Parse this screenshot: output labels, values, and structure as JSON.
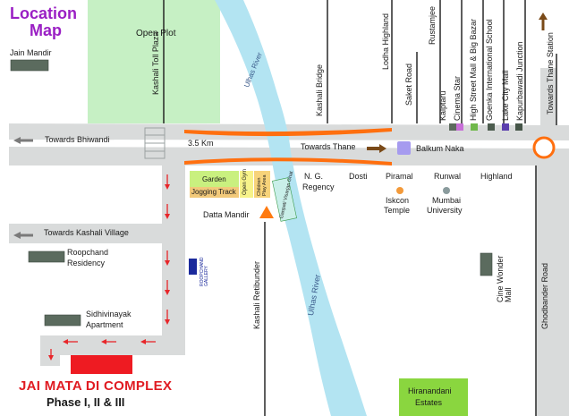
{
  "title": {
    "line1": "Location",
    "line2": "Map"
  },
  "project": {
    "name": "JAI MATA DI COMPLEX",
    "phase": "Phase I, II & III"
  },
  "roads": {
    "towards_bhiwandi": "Towards Bhiwandi",
    "towards_thane": "Towards Thane",
    "towards_kashali_village": "Towards Kashali Village",
    "towards_thane_station": "Towards Thane Station",
    "kashali_toll_plaza": "Kashali Toll Plaza",
    "kashali_bridge": "Kashali Bridge",
    "lodha_highland": "Lodha  Highland",
    "saket_road": "Saket Road",
    "rustamjee": "Rustamjee",
    "kashali_retibunder": "Kashali Retibunder",
    "ghodbander_road": "Ghodbander Road"
  },
  "distance": "3.5 Km",
  "rivers": {
    "upper": "Ulhas River",
    "lower": "Ulhas River"
  },
  "places": {
    "jain_mandir": "Jain Mandir",
    "open_plot": "Open Plot",
    "garden": "Garden",
    "jogging_track": "Jogging Track",
    "open_gym": "Open Gym",
    "children_play_area": "Children Play Area",
    "ganpati_visarjan_ghat": "Ganpati Visarjan Ghat",
    "datta_mandir": "Datta Mandir",
    "ng_regency_1": "N. G.",
    "ng_regency_2": "Regency",
    "dosti": "Dosti",
    "piramal": "Piramal",
    "runwal": "Runwal",
    "highland": "Highland",
    "iskcon_1": "Iskcon",
    "iskcon_2": "Temple",
    "mumbai_univ_1": "Mumbai",
    "mumbai_univ_2": "University",
    "balkum_naka": "Balkum Naka",
    "roopchand_1": "Roopchand",
    "roopchand_2": "Residency",
    "roopchand_gallery": "ROOPCHAND GALLERY",
    "sidhivinayak_1": "Sidhivinayak",
    "sidhivinayak_2": "Apartment",
    "cine_wonder": "Cine Wonder Mall",
    "hiranandani_1": "Hiranandani",
    "hiranandani_2": "Estates"
  },
  "legend_items": [
    {
      "label": "Kalptaru",
      "color": "#5d6b5e"
    },
    {
      "label": "Cinema Star",
      "color": "#c86fd8"
    },
    {
      "label": "High Street Mall & Big Bazar",
      "color": "#6fb84a"
    },
    {
      "label": "Goenka International School",
      "color": "#4d5d4f"
    },
    {
      "label": "Lake City Mall",
      "color": "#5b3fae"
    },
    {
      "label": "Kapurbawadi Junction",
      "color": "#455548"
    }
  ],
  "colors": {
    "title": "#9a1fc4",
    "road": "#d9dbdb",
    "river": "#b3e4f2",
    "open_plot": "#c6f0c4",
    "bridge": "#ff6f0f",
    "route": "#e8262a",
    "project_block": "#ee1b22",
    "building": "#5b6b5e",
    "hiranandani": "#8ad63f",
    "balkum": "#a69bef",
    "gallery": "#1b2a9c",
    "teal": "#c9efe9"
  },
  "icons": {
    "arrow_left": "arrow-left-icon",
    "arrow_right": "arrow-right-icon",
    "arrow_up": "arrow-up-icon",
    "roundabout": "roundabout-icon",
    "triangle": "triangle-icon"
  }
}
